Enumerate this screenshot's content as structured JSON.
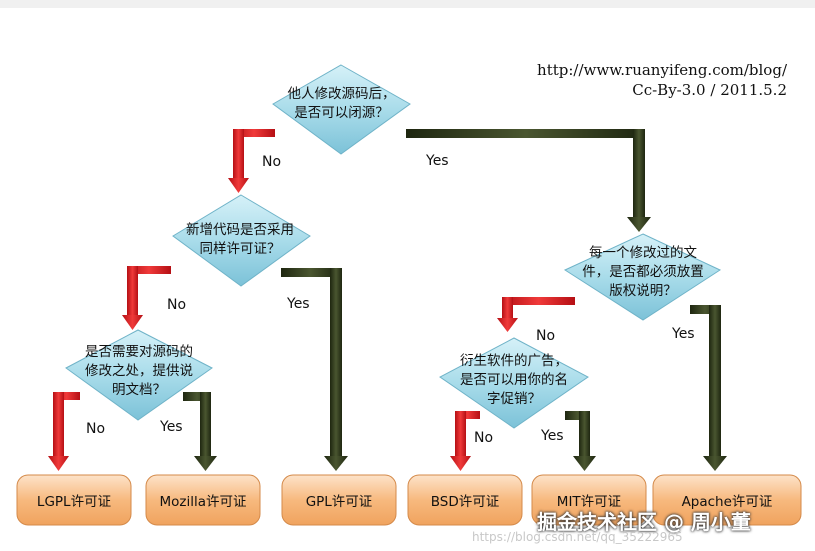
{
  "credit": {
    "url": "http://www.ruanyifeng.com/blog/",
    "license": "Cc-By-3.0 / 2011.5.2"
  },
  "decisions": {
    "q1": [
      "他人修改源码后，",
      "是否可以闭源？"
    ],
    "q2": [
      "新增代码是否采用",
      "同样许可证？"
    ],
    "q3": [
      "是否需要对源码的",
      "修改之处，提供说",
      "明文档？"
    ],
    "q4": [
      "每一个修改过的文",
      "件，是否都必须放置",
      "版权说明？"
    ],
    "q5": [
      "衍生软件的广告，",
      "是否可以用你的名",
      "字促销？"
    ]
  },
  "edges": {
    "q1_no": "No",
    "q1_yes": "Yes",
    "q2_no": "No",
    "q2_yes": "Yes",
    "q3_no": "No",
    "q3_yes": "Yes",
    "q4_no": "No",
    "q4_yes": "Yes",
    "q5_no": "No",
    "q5_yes": "Yes"
  },
  "licenses": {
    "lgpl": "LGPL许可证",
    "mozilla": "Mozilla许可证",
    "gpl": "GPL许可证",
    "bsd": "BSD许可证",
    "mit": "MIT许可证",
    "apache": "Apache许可证"
  },
  "watermark": {
    "brand": "掘金技术社区 @ 周小董",
    "url": "https://blog.csdn.net/qq_35222965"
  },
  "colors": {
    "no_arrow": "#d8171c",
    "yes_arrow": "#2f3a1c",
    "diamond": "#9fd6e6",
    "leaf": "#f6b57c"
  }
}
